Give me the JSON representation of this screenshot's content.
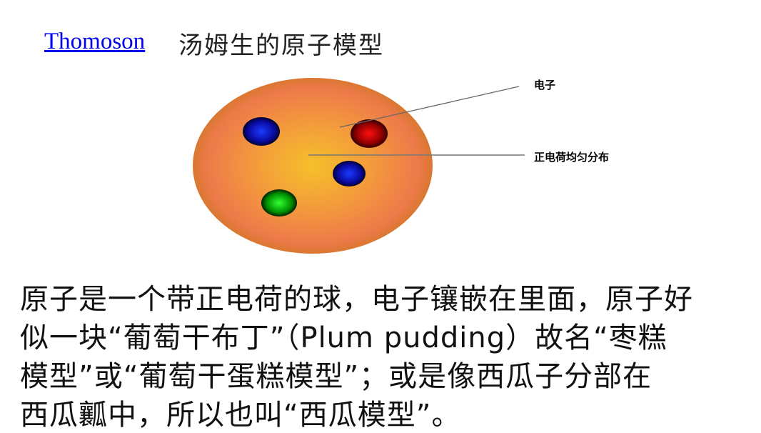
{
  "header": {
    "link_text": "Thomoson",
    "title": "汤姆生的原子模型"
  },
  "diagram": {
    "label_electron": "电子",
    "label_positive": "正电荷均匀分布",
    "colors": {
      "sphere": "#f08a3c",
      "electron_blue": "#0a0aa8",
      "electron_red": "#c00000",
      "electron_green": "#00a000"
    }
  },
  "body": {
    "lines": [
      "原子是一个带正电荷的球，电子镶嵌在里面，原子好",
      "似一块“葡萄干布丁”（Plum pudding）故名“枣糕",
      "模型”或“葡萄干蛋糕模型”；或是像西瓜子分部在",
      "西瓜瓤中，所以也叫“西瓜模型”。"
    ]
  }
}
